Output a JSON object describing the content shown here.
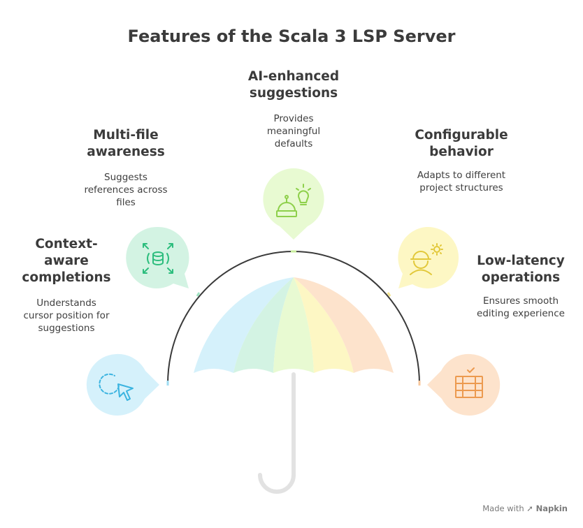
{
  "title": "Features of the Scala 3 LSP Server",
  "features": [
    {
      "id": "context-aware",
      "heading_lines": [
        "Context-",
        "aware",
        "completions"
      ],
      "desc_lines": [
        "Understands",
        "cursor position for",
        "suggestions"
      ],
      "icon": "cursor-icon",
      "color": "#d5f1fb"
    },
    {
      "id": "multi-file",
      "heading_lines": [
        "Multi-file",
        "awareness"
      ],
      "desc_lines": [
        "Suggests",
        "references across",
        "files"
      ],
      "icon": "database-expand-icon",
      "color": "#d3f3e3"
    },
    {
      "id": "ai-enhanced",
      "heading_lines": [
        "AI-enhanced",
        "suggestions"
      ],
      "desc_lines": [
        "Provides",
        "meaningful",
        "defaults"
      ],
      "icon": "robot-lightbulb-icon",
      "color": "#e8fad2"
    },
    {
      "id": "configurable",
      "heading_lines": [
        "Configurable",
        "behavior"
      ],
      "desc_lines": [
        "Adapts to different",
        "project structures"
      ],
      "icon": "worker-gear-icon",
      "color": "#fdf7c4"
    },
    {
      "id": "low-latency",
      "heading_lines": [
        "Low-latency",
        "operations"
      ],
      "desc_lines": [
        "Ensures smooth",
        "editing experience"
      ],
      "icon": "server-check-icon",
      "color": "#fde3cc"
    }
  ],
  "footer": {
    "made_with": "Made with",
    "brand": "Napkin"
  }
}
